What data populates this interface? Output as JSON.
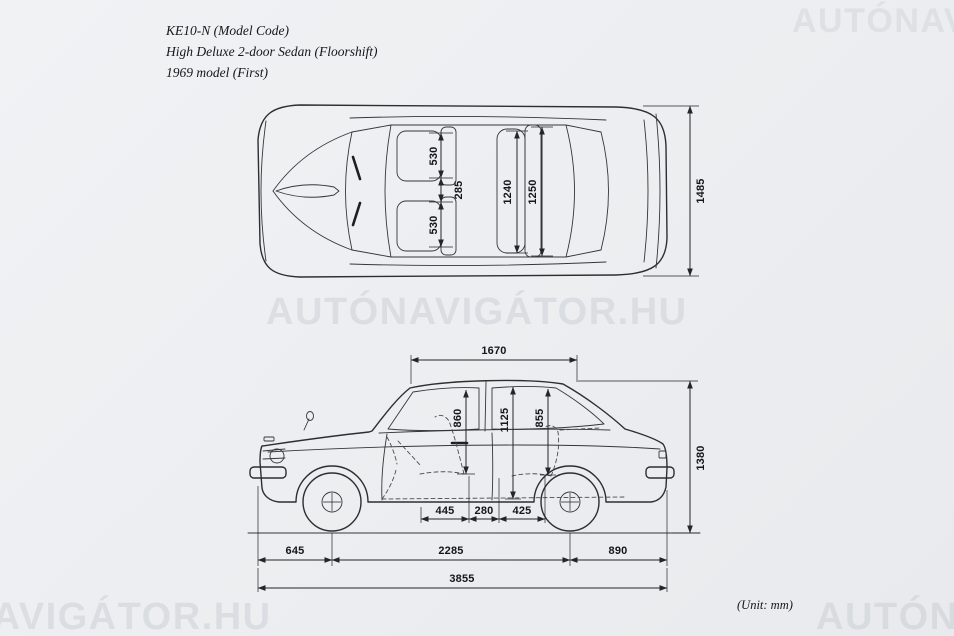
{
  "header": {
    "model_code": "KE10-N (Model Code)",
    "variant": "High Deluxe 2-door Sedan (Floorshift)",
    "model_year": "1969 model (First)"
  },
  "footer": {
    "unit_note": "(Unit: mm)"
  },
  "watermark": {
    "text": "AUTÓNAVIGÁTOR.HU"
  },
  "colors": {
    "background": "#edeff1",
    "line": "#2c2e30",
    "text": "#141619",
    "watermark": "#7a8491"
  },
  "top_view": {
    "label": "plan view with interior width dimensions",
    "dimensions": {
      "seat_width_left": "530",
      "seat_gap": "285",
      "seat_width_right": "530",
      "interior_width_front": "1240",
      "interior_width_rear": "1250",
      "overall_width": "1485"
    }
  },
  "side_view": {
    "label": "side elevation with exterior and interior dimensions",
    "dimensions": {
      "roof_length": "1670",
      "front_headroom": "860",
      "cabin_height": "1125",
      "rear_headroom": "855",
      "overall_height": "1380",
      "front_seat_length": "445",
      "seat_spacing": "280",
      "rear_seat_length": "425",
      "front_overhang": "645",
      "wheelbase": "2285",
      "rear_overhang": "890",
      "overall_length": "3855"
    }
  }
}
